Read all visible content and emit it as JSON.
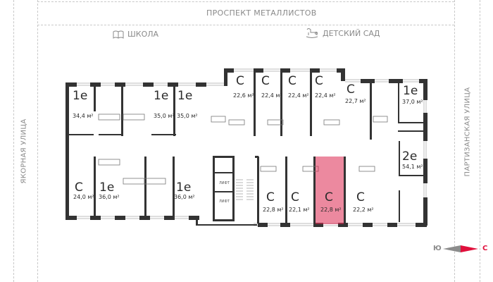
{
  "streets": {
    "top": "ПРОСПЕКТ МЕТАЛЛИСТОВ",
    "left": "ЯКОРНАЯ УЛИЦА",
    "right": "ПАРТИЗАНСКАЯ УЛИЦА"
  },
  "poi": [
    {
      "label": "ШКОЛА",
      "icon": "book-icon"
    },
    {
      "label": "ДЕТСКИЙ САД",
      "icon": "rocking-horse-icon"
    }
  ],
  "units": [
    {
      "type": "1е",
      "area": "34,4 м²",
      "selected": false
    },
    {
      "type": "1е",
      "area": "35,0 м²",
      "selected": false
    },
    {
      "type": "1е",
      "area": "35,0 м²",
      "selected": false
    },
    {
      "type": "С",
      "area": "22,6 м²",
      "selected": false
    },
    {
      "type": "С",
      "area": "22,4 м²",
      "selected": false
    },
    {
      "type": "С",
      "area": "22,4 м²",
      "selected": false
    },
    {
      "type": "С",
      "area": "22,4 м²",
      "selected": false
    },
    {
      "type": "С",
      "area": "22,7 м²",
      "selected": false
    },
    {
      "type": "1е",
      "area": "37,0 м²",
      "selected": false
    },
    {
      "type": "С",
      "area": "24,0 м²",
      "selected": false
    },
    {
      "type": "1е",
      "area": "36,0 м²",
      "selected": false
    },
    {
      "type": "1е",
      "area": "36,0 м²",
      "selected": false
    },
    {
      "type": "С",
      "area": "22,8 м²",
      "selected": false
    },
    {
      "type": "С",
      "area": "22,1 м²",
      "selected": false
    },
    {
      "type": "С",
      "area": "22,8 м²",
      "selected": true
    },
    {
      "type": "С",
      "area": "22,2 м²",
      "selected": false
    },
    {
      "type": "2е",
      "area": "54,1 м²",
      "selected": false
    }
  ],
  "lifts": [
    "ЛИФТ",
    "ЛИФТ"
  ],
  "compass": {
    "left": "Ю",
    "right": "С",
    "left_color": "#8c8c8c",
    "right_color": "#e0103c"
  },
  "colors": {
    "selected": "#e05a78",
    "wall": "#333333"
  }
}
